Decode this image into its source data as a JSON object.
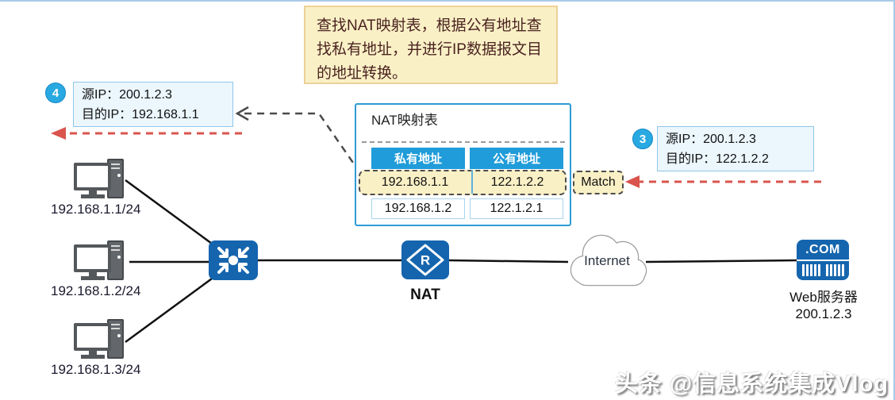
{
  "annotation_note": {
    "text": "查找NAT映射表，根据公有地址查找私有地址，并进行IP数据报文目的地址转换。"
  },
  "packet_step4": {
    "step": "4",
    "source": "源IP：200.1.2.3",
    "dest": "目的IP：192.168.1.1"
  },
  "packet_step3": {
    "step": "3",
    "source": "源IP：200.1.2.3",
    "dest": "目的IP：122.1.2.2"
  },
  "nat_table": {
    "title": "NAT映射表",
    "col_private": "私有地址",
    "col_public": "公有地址",
    "row1": {
      "private": "192.168.1.1",
      "public": "122.1.2.2"
    },
    "row2": {
      "private": "192.168.1.2",
      "public": "122.1.2.1"
    },
    "match_label": "Match"
  },
  "hosts": {
    "host1": "192.168.1.1/24",
    "host2": "192.168.1.2/24",
    "host3": "192.168.1.3/24"
  },
  "router": {
    "label": "NAT",
    "symbol": "R"
  },
  "internet": {
    "label": "Internet"
  },
  "web_server": {
    "badge": ".COM",
    "name": "Web服务器",
    "ip": "200.1.2.3"
  },
  "watermark": {
    "text": "头条 @信息系统集成Vlog"
  },
  "colors": {
    "device_blue": "#1565ae",
    "table_header_blue": "#1f9cd9",
    "highlight_yellow": "#faf0c6",
    "red_arrow": "#d9544d",
    "step_circle_blue": "#29a9e1"
  }
}
